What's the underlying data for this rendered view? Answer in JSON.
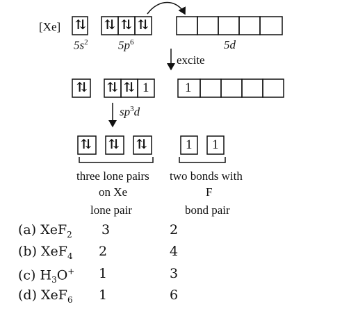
{
  "labels": {
    "core": "[Xe]",
    "orb_5s": "5s",
    "orb_5s_exp": "2",
    "orb_5p": "5p",
    "orb_5p_exp": "6",
    "orb_5d": "5d",
    "excite": "excite",
    "hyb_sp": "sp",
    "hyb_exp": "3",
    "hyb_d": "d",
    "lone_pairs_line1": "three lone pairs",
    "lone_pairs_line2": "on Xe",
    "bonds_line1": "two bonds with",
    "bonds_line2": "F",
    "col_lone_pair": "lone pair",
    "col_bond_pair": "bond pair"
  },
  "orbitals": {
    "ground": {
      "s": "⇅",
      "p": [
        "⇅",
        "⇅",
        "⇅"
      ],
      "d": [
        "",
        "",
        "",
        "",
        ""
      ]
    },
    "excited": {
      "s": "⇅",
      "p": [
        "⇅",
        "⇅",
        "1"
      ],
      "d": [
        "1",
        "",
        "",
        "",
        ""
      ]
    },
    "hybrid": {
      "lone": [
        "⇅",
        "⇅",
        "⇅"
      ],
      "bond": [
        "1",
        "1"
      ]
    }
  },
  "options": [
    {
      "label": "(a) XeF",
      "sub": "2",
      "sup": "",
      "lone": "3",
      "bond": "2"
    },
    {
      "label": "(b) XeF",
      "sub": "4",
      "sup": "",
      "lone": "2",
      "bond": "4"
    },
    {
      "label": "(c) H",
      "sub": "3",
      "tail": "O",
      "sup": "+",
      "lone": "1",
      "bond": "3"
    },
    {
      "label": "(d) XeF",
      "sub": "6",
      "sup": "",
      "lone": "1",
      "bond": "6"
    }
  ]
}
